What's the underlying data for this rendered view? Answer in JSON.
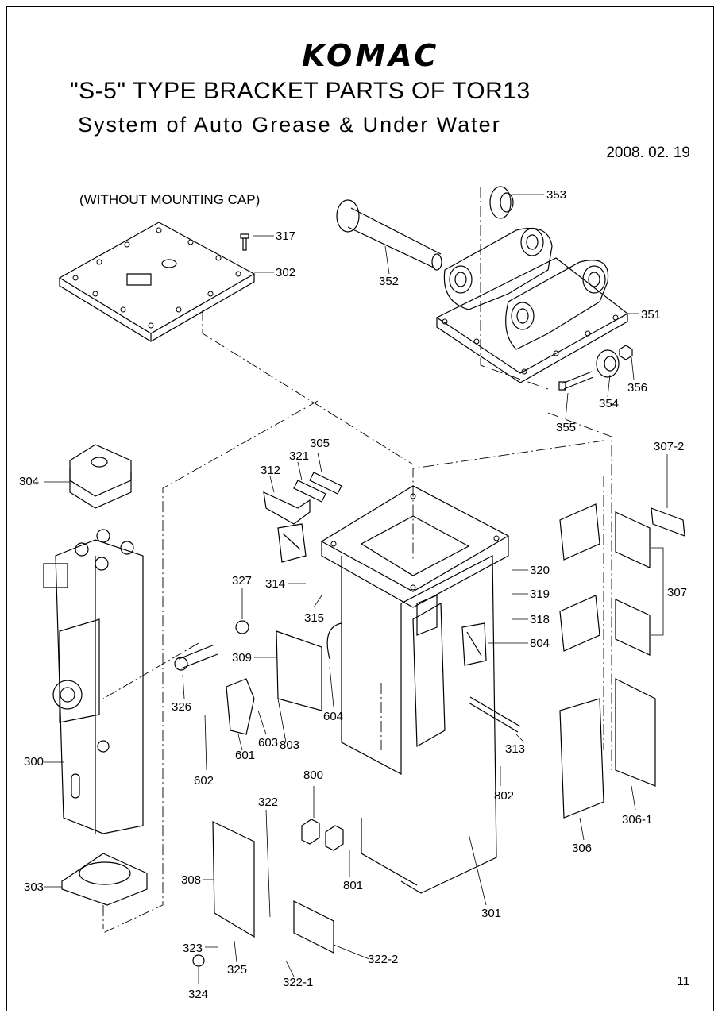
{
  "header": {
    "brand": "KOMAC",
    "title": "\"S-5\" TYPE BRACKET PARTS OF TOR13",
    "subtitle": "System of Auto Grease & Under Water",
    "date": "2008. 02. 19"
  },
  "note": "(WITHOUT MOUNTING CAP)",
  "page_number": "11",
  "parts": {
    "p353": "353",
    "p317": "317",
    "p302": "302",
    "p352": "352",
    "p351": "351",
    "p356": "356",
    "p354": "354",
    "p355": "355",
    "p3072": "307-2",
    "p305": "305",
    "p321": "321",
    "p312": "312",
    "p304": "304",
    "p320": "320",
    "p327": "327",
    "p314": "314",
    "p319": "319",
    "p307": "307",
    "p315": "315",
    "p318": "318",
    "p804": "804",
    "p309": "309",
    "p326": "326",
    "p604": "604",
    "p603": "603",
    "p803": "803",
    "p601": "601",
    "p313": "313",
    "p300": "300",
    "p602": "602",
    "p802": "802",
    "p800": "800",
    "p3061": "306-1",
    "p322": "322",
    "p306": "306",
    "p308": "308",
    "p801": "801",
    "p303": "303",
    "p301": "301",
    "p323": "323",
    "p3222": "322-2",
    "p325": "325",
    "p3221": "322-1",
    "p324": "324"
  }
}
